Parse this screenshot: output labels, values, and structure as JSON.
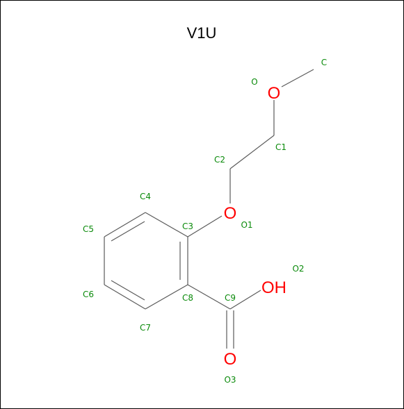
{
  "title": "V1U",
  "colors": {
    "bond": "#5a5a5a",
    "oxygen": "#ff0000",
    "label": "#0a8a0a",
    "title": "#000000"
  },
  "atoms": {
    "o_top": "O",
    "o1": "O",
    "oh": "OH",
    "o3": "O"
  },
  "labels": {
    "c": "C",
    "o": "O",
    "c1": "C1",
    "c2": "C2",
    "o1": "O1",
    "c3": "C3",
    "c4": "C4",
    "c5": "C5",
    "c6": "C6",
    "c7": "C7",
    "c8": "C8",
    "c9": "C9",
    "o2": "O2",
    "o3": "O3"
  }
}
